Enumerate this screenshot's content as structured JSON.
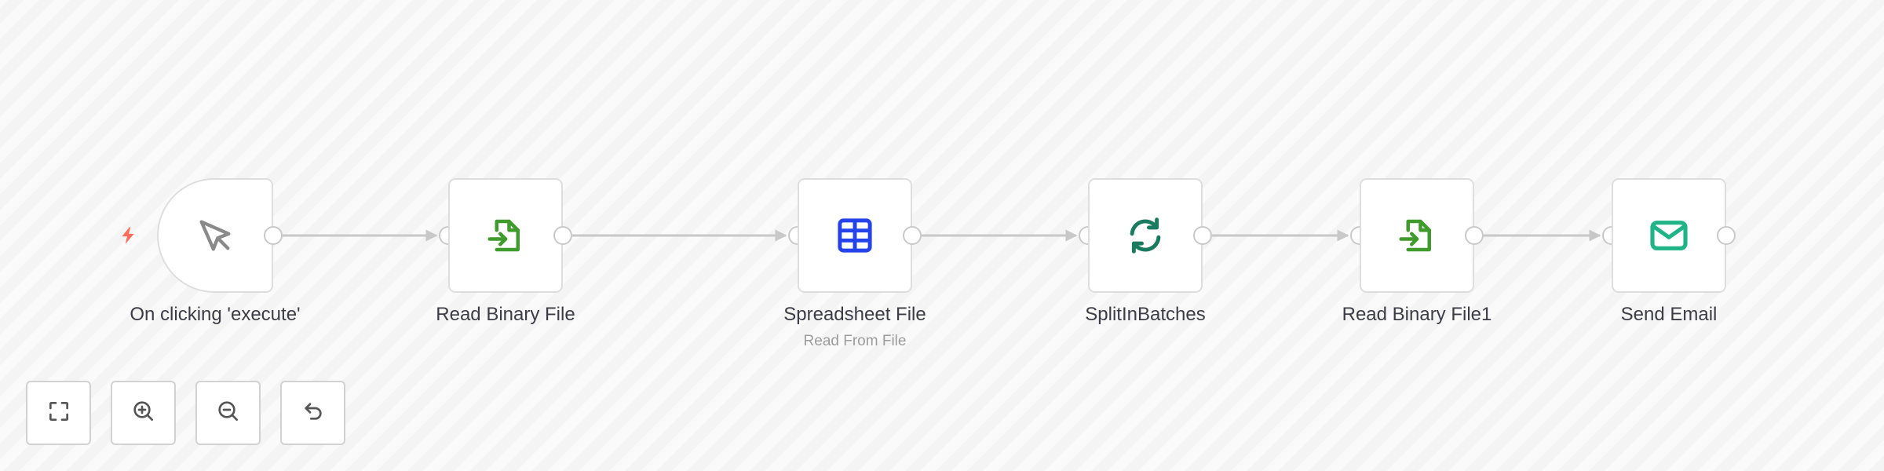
{
  "workflow": {
    "nodes": [
      {
        "id": "trigger",
        "label": "On clicking 'execute'",
        "subtitle": "",
        "icon": "cursor-icon",
        "icon_color": "#8a8a8a",
        "type": "trigger"
      },
      {
        "id": "read-binary-file",
        "label": "Read Binary File",
        "subtitle": "",
        "icon": "file-import-icon",
        "icon_color": "#3e9b2c"
      },
      {
        "id": "spreadsheet-file",
        "label": "Spreadsheet File",
        "subtitle": "Read From File",
        "icon": "table-icon",
        "icon_color": "#2443ea"
      },
      {
        "id": "split-in-batches",
        "label": "SplitInBatches",
        "subtitle": "",
        "icon": "sync-icon",
        "icon_color": "#187a5e"
      },
      {
        "id": "read-binary-file1",
        "label": "Read Binary File1",
        "subtitle": "",
        "icon": "file-import-icon",
        "icon_color": "#3e9b2c"
      },
      {
        "id": "send-email",
        "label": "Send Email",
        "subtitle": "",
        "icon": "envelope-icon",
        "icon_color": "#1eb487"
      }
    ],
    "connections": [
      [
        "trigger",
        "read-binary-file"
      ],
      [
        "read-binary-file",
        "spreadsheet-file"
      ],
      [
        "spreadsheet-file",
        "split-in-batches"
      ],
      [
        "split-in-batches",
        "read-binary-file1"
      ],
      [
        "read-binary-file1",
        "send-email"
      ]
    ],
    "trigger_indicator": {
      "icon": "lightning-bolt-icon",
      "color": "#ff6d5a"
    }
  },
  "controls": [
    {
      "id": "fit-view",
      "icon": "fullscreen-icon"
    },
    {
      "id": "zoom-in",
      "icon": "zoom-in-icon"
    },
    {
      "id": "zoom-out",
      "icon": "zoom-out-icon"
    },
    {
      "id": "reset-zoom",
      "icon": "undo-icon"
    }
  ],
  "colors": {
    "edge": "#c8c8c8",
    "node_border": "#dedede",
    "label_text": "#3c3c46",
    "subtitle_text": "#9c9c9c"
  }
}
